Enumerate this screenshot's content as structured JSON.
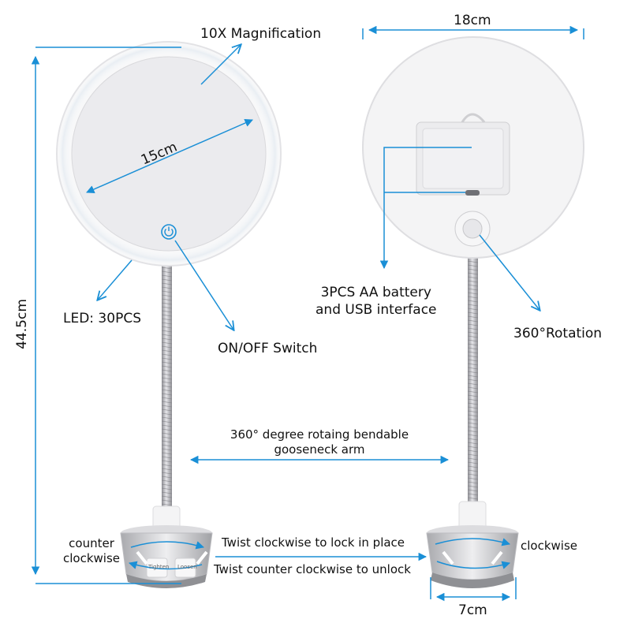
{
  "colors": {
    "arrow": "#1a8fd6",
    "mirror_face": "#ebebee",
    "frame": "#f6f6f7",
    "steel": "#b8b8bc",
    "base_silver": "#c9cacd"
  },
  "icons": [
    "power-icon",
    "suction-base",
    "gooseneck-arm",
    "usb-port"
  ],
  "labels": {
    "magnification": "10X Magnification",
    "mirror_diameter": "15cm",
    "led": "LED: 30PCS",
    "switch": "ON/OFF Switch",
    "height": "44.5cm",
    "back_width": "18cm",
    "battery_line1": "3PCS AA battery",
    "battery_line2": "and USB interface",
    "rotation": "360°Rotation",
    "gooseneck_line1": "360° degree rotaing bendable",
    "gooseneck_line2": "gooseneck arm",
    "counter_line1": "counter",
    "counter_line2": "clockwise",
    "clockwise": "clockwise",
    "lock": "Twist clockwise to lock in place",
    "unlock": "Twist counter clockwise to unlock",
    "base_width": "7cm",
    "base_tighten": "Tighten",
    "base_loosen": "Loosen"
  }
}
